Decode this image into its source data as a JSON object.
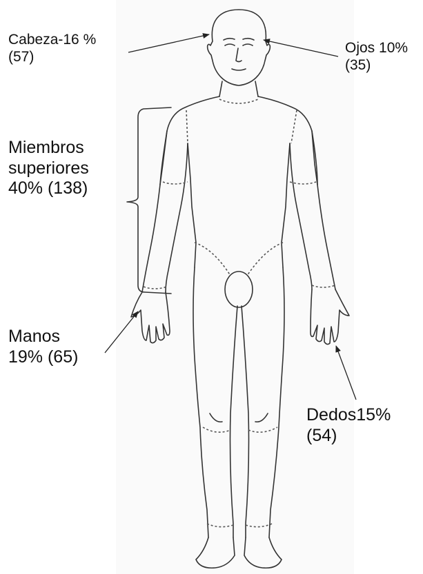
{
  "labels": {
    "head": {
      "line1": "Cabeza-16 %",
      "line2": "(57)"
    },
    "eyes": {
      "line1": "Ojos 10%",
      "line2": "(35)"
    },
    "upper_limbs": {
      "line1": "Miembros",
      "line2": "superiores",
      "line3": "40% (138)"
    },
    "hands": {
      "line1": "Manos",
      "line2": "19% (65)"
    },
    "fingers": {
      "line1": "Dedos15%",
      "line2": "(54)"
    }
  },
  "colors": {
    "outline": "#333333",
    "text": "#111111",
    "background": "#ffffff"
  }
}
